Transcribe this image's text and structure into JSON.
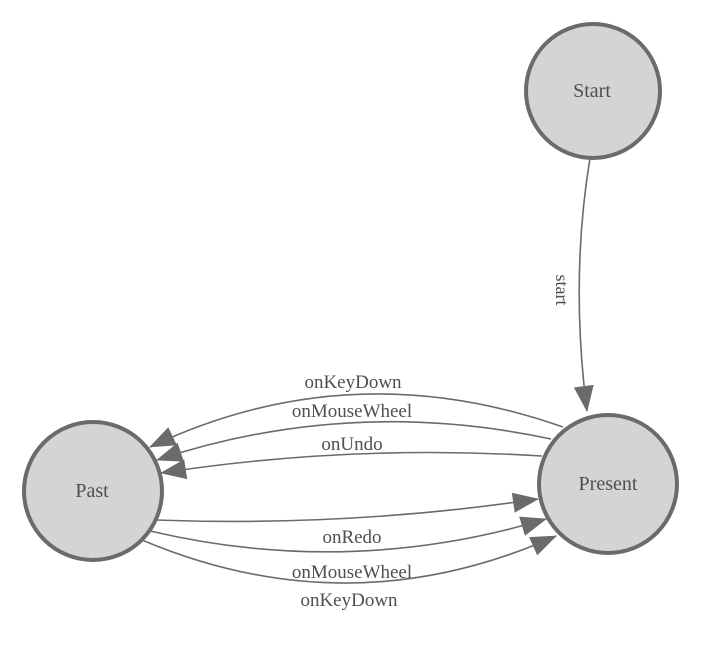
{
  "diagram": {
    "type": "state-machine",
    "colors": {
      "background": "#ffffff",
      "node_fill": "#d4d4d4",
      "node_border": "#6b6b6b",
      "edge": "#6b6b6b",
      "arrow": "#6b6b6b",
      "label_text": "#4f4f4f"
    },
    "nodes": [
      {
        "id": "start",
        "label": "Start"
      },
      {
        "id": "present",
        "label": "Present"
      },
      {
        "id": "past",
        "label": "Past"
      }
    ],
    "edges": [
      {
        "id": "start-to-present",
        "from": "Start",
        "to": "Present",
        "label": "start"
      },
      {
        "id": "present-to-past-keydown",
        "from": "Present",
        "to": "Past",
        "label": "onKeyDown"
      },
      {
        "id": "present-to-past-mousewheel",
        "from": "Present",
        "to": "Past",
        "label": "onMouseWheel"
      },
      {
        "id": "present-to-past-undo",
        "from": "Present",
        "to": "Past",
        "label": "onUndo"
      },
      {
        "id": "past-to-present-redo",
        "from": "Past",
        "to": "Present",
        "label": "onRedo"
      },
      {
        "id": "past-to-present-mousewheel",
        "from": "Past",
        "to": "Present",
        "label": "onMouseWheel"
      },
      {
        "id": "past-to-present-keydown",
        "from": "Past",
        "to": "Present",
        "label": "onKeyDown"
      }
    ]
  }
}
